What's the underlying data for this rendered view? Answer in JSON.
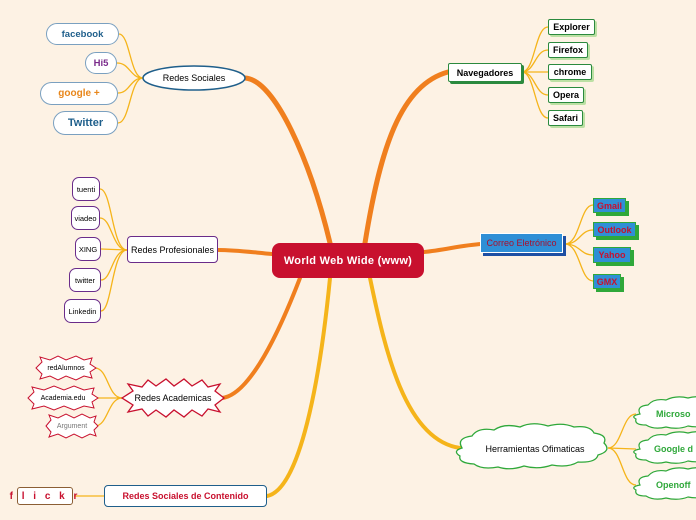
{
  "central": {
    "label": "World Web Wide  (www)"
  },
  "navegadores": {
    "label": "Navegadores",
    "items": [
      "Explorer",
      "Firefox",
      "chrome",
      "Opera",
      "Safari"
    ]
  },
  "correo": {
    "label": "Correo Eletrónico",
    "items": [
      "Gmail",
      "Outlook",
      "Yahoo",
      "GMX"
    ]
  },
  "herramientas": {
    "label": "Herramientas Ofimaticas",
    "items": [
      "Microso",
      "Google d",
      "Openoff"
    ]
  },
  "redes_sociales": {
    "label": "Redes Sociales",
    "items": [
      {
        "label": "facebook",
        "color": "#1f5f8b"
      },
      {
        "label": "Hi5",
        "color": "#7a2a8a"
      },
      {
        "label": "google +",
        "color": "#e8861a"
      },
      {
        "label": "Twitter",
        "color": "#1f5f8b"
      }
    ]
  },
  "redes_profesionales": {
    "label": "Redes Profesionales",
    "items": [
      "tuenti",
      "viadeo",
      "XING",
      "twitter",
      "Linkedin"
    ]
  },
  "redes_academicas": {
    "label": "Redes Academicas",
    "items": [
      "redAlumnos",
      "Academia.edu",
      "Argument"
    ]
  },
  "redes_contenido": {
    "label": "Redes Sociales de Contenido",
    "items": [
      "f l i c k r"
    ]
  },
  "colors": {
    "background": "#fdf2e4",
    "central": "#c8102e",
    "branch_orange": "#f07f1e",
    "branch_yellow": "#f5b41a",
    "navegadores": "#2b8a3e",
    "correo": "#2f8fd6",
    "herramientas": "#2fa83a",
    "academicas": "#c8102e",
    "profesionales": "#6a2c8a"
  }
}
